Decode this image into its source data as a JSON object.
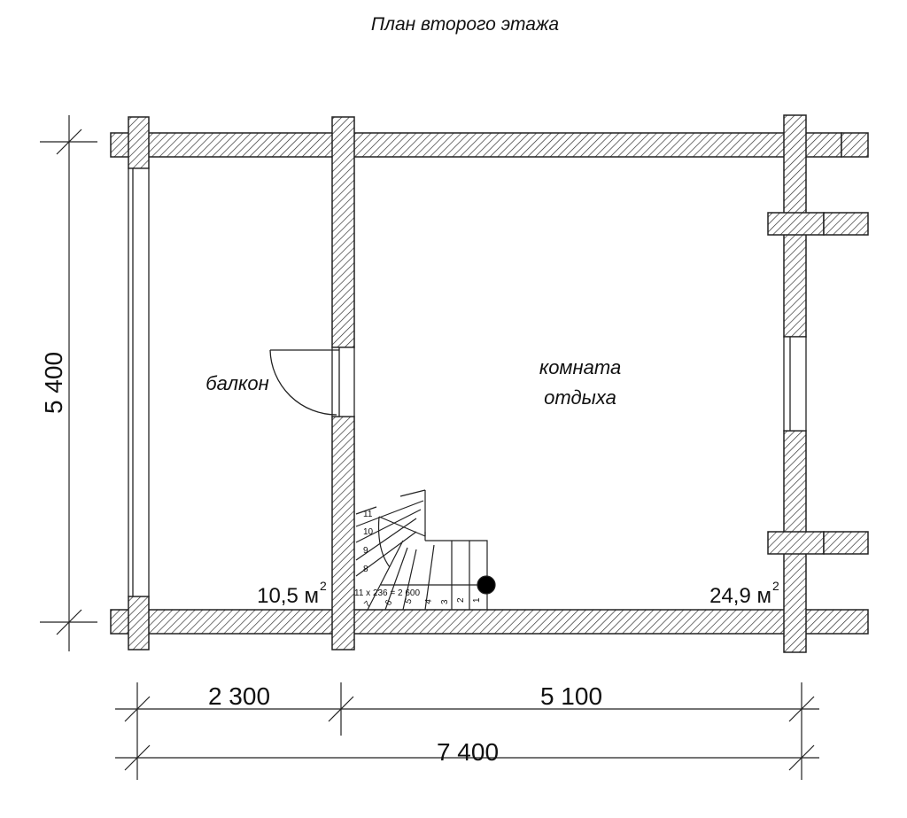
{
  "title": "План второго этажа",
  "rooms": [
    {
      "name": "балкон",
      "area": "10,5 м",
      "sup": "2"
    },
    {
      "name_line1": "комната",
      "name_line2": "отдыха",
      "area": "24,9 м",
      "sup": "2"
    }
  ],
  "stair": {
    "formula": "11 x 236 = 2 600",
    "steps": [
      "1",
      "2",
      "3",
      "4",
      "5",
      "6",
      "7",
      "8",
      "9",
      "10",
      "11"
    ]
  },
  "dimensions": {
    "height": "5 400",
    "left_width": "2 300",
    "right_width": "5 100",
    "total_width": "7 400"
  }
}
